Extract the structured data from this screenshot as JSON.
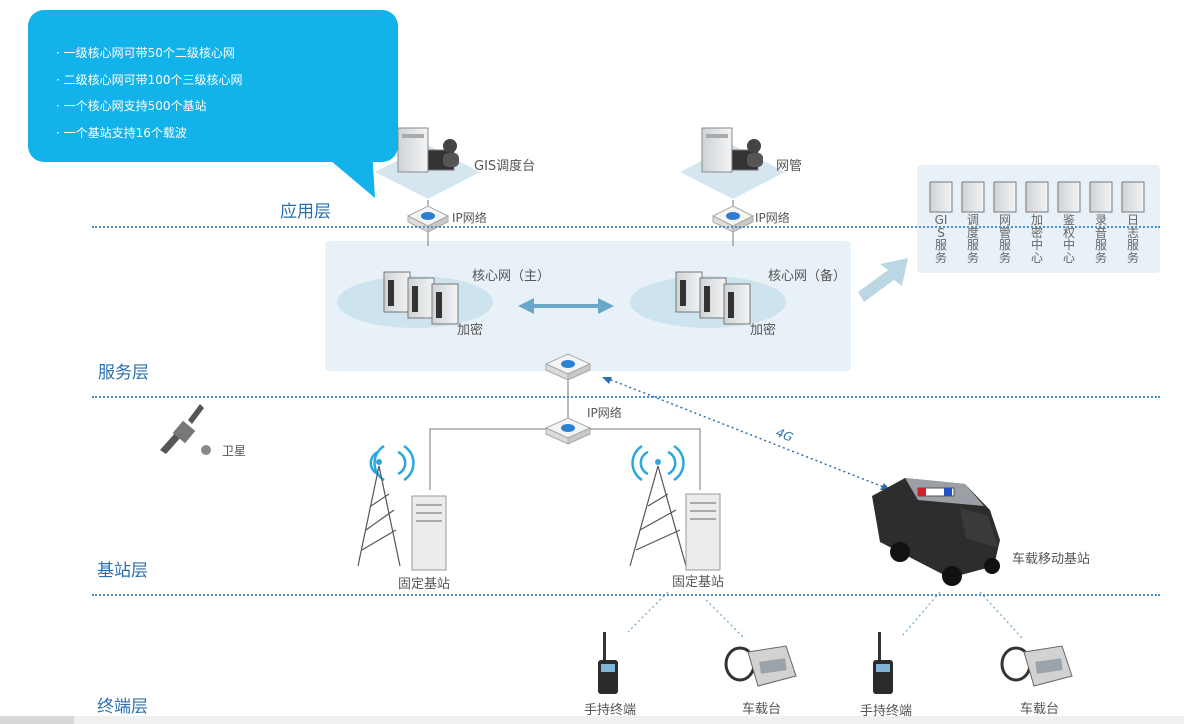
{
  "callout": {
    "lines": [
      "· 一级核心网可带50个二级核心网",
      "· 二级核心网可带100个三级核心网",
      "· 一个核心网支持500个基站",
      "· 一个基站支持16个载波"
    ]
  },
  "layers": {
    "application": "应用层",
    "service": "服务层",
    "base_station": "基站层",
    "terminal": "终端层"
  },
  "application_layer": {
    "gis_console": "GIS调度台",
    "network_mgmt": "网管",
    "ip_network_left": "IP网络",
    "ip_network_right": "IP网络"
  },
  "service_layer": {
    "core_primary": "核心网（主）",
    "core_backup": "核心网（备）",
    "encrypt_primary": "加密",
    "encrypt_backup": "加密",
    "services": [
      "GIS服务",
      "调度服务",
      "网管服务",
      "加密中心",
      "鉴权中心",
      "录音服务",
      "日志服务"
    ]
  },
  "base_layer": {
    "ip_network": "IP网络",
    "satellite": "卫星",
    "fixed_station_1": "固定基站",
    "fixed_station_2": "固定基站",
    "link_4g": "4G",
    "vehicle_station": "车载移动基站"
  },
  "terminal_layer": {
    "handheld_1": "手持终端",
    "vehicle_1": "车载台",
    "handheld_2": "手持终端",
    "vehicle_2": "车载台"
  },
  "colors": {
    "callout": "#12b3ea",
    "layer_text": "#2a6fb0",
    "divider": "#4c8fd0",
    "panel": "#e7f1f7"
  }
}
